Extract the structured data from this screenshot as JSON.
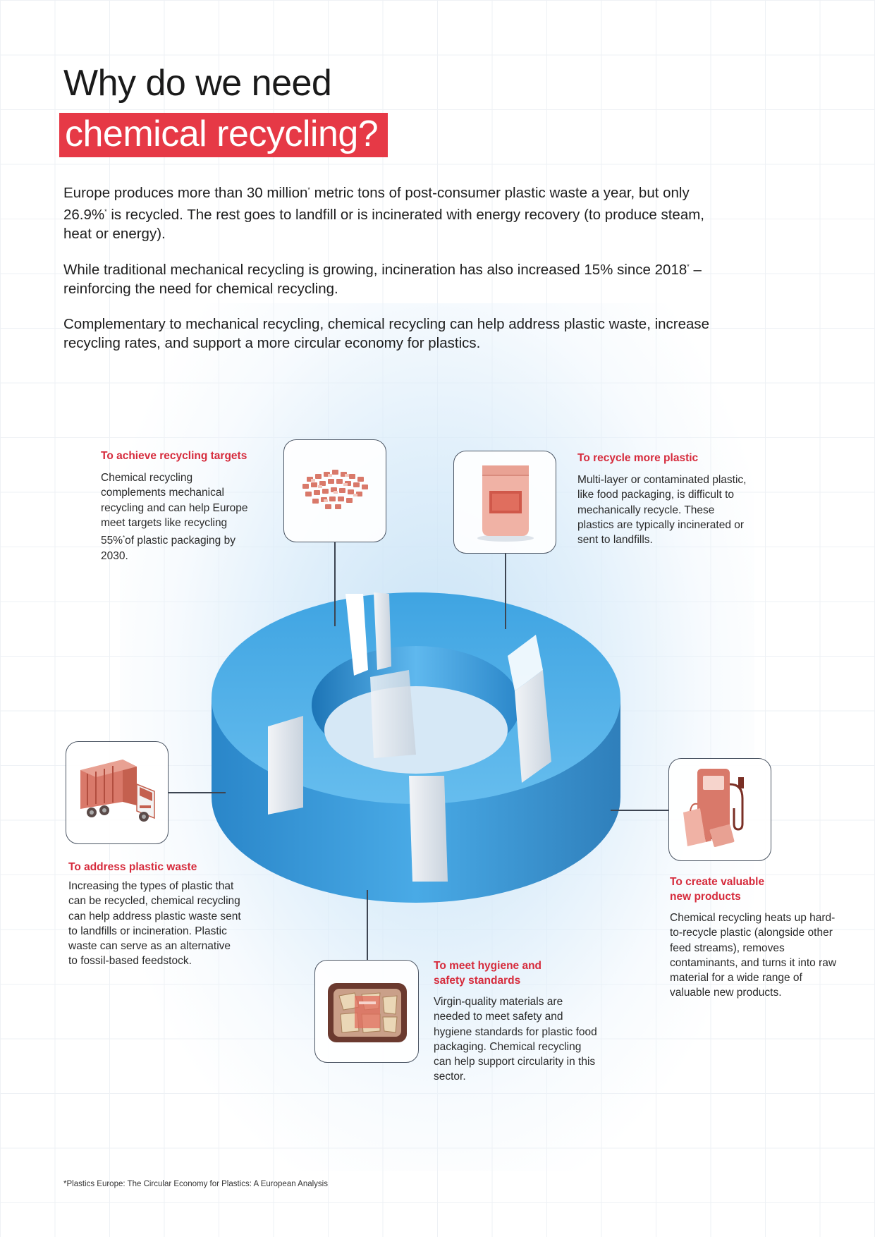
{
  "title": {
    "line1": "Why do we need",
    "line2": "chemical recycling?"
  },
  "intro": {
    "p1_part1": "Europe produces more than 30 million",
    "p1_part2": " metric tons of post-consumer plastic waste a year, but only 26.9%",
    "p1_part3": " is recycled. The rest goes to landfill or is incinerated with energy recovery (to produce steam, heat or energy).",
    "p2_part1": "While traditional mechanical recycling is growing, incineration has also increased 15% since 2018",
    "p2_part2": " – reinforcing the need for chemical recycling.",
    "p3": "Complementary to mechanical recycling, chemical recycling can help address plastic waste, increase recycling rates, and support a more circular economy for plastics.",
    "footnote_mark": "*"
  },
  "reasons": {
    "targets": {
      "heading": "To achieve recycling targets",
      "text_part1": "Chemical recycling complements mechanical recycling and can help Europe meet targets like recycling 55%",
      "text_part2": "of plastic packaging by 2030.",
      "icon": "plastic-pellets-icon"
    },
    "recycle_more": {
      "heading": "To recycle more plastic",
      "text": "Multi-layer or contaminated plastic, like food packaging, is difficult to mechanically recycle. These plastics are typically incinerated or sent to landfills.",
      "icon": "pouch-package-icon"
    },
    "plastic_waste": {
      "heading": "To address plastic waste",
      "text": "Increasing the types of plastic that can be recycled, chemical recycling can help address plastic waste sent to landfills or incineration. Plastic waste can serve as an alternative to fossil-based feedstock.",
      "icon": "garbage-truck-icon"
    },
    "valuable_products": {
      "heading_line1": "To create valuable",
      "heading_line2": "new products",
      "text": "Chemical recycling heats up hard-to-recycle plastic (alongside other feed streams), removes contaminants, and turns it into raw material for a wide range of valuable new products.",
      "icon": "fuel-pump-icon"
    },
    "hygiene": {
      "heading_line1": "To meet hygiene and",
      "heading_line2": "safety standards",
      "text": "Virgin-quality materials are needed to meet safety and hygiene standards for plastic food packaging. Chemical recycling can help support circularity in this sector.",
      "icon": "food-tray-icon"
    }
  },
  "footnote": "*Plastics Europe: The Circular Economy for Plastics: A European Analysis",
  "colors": {
    "accent": "#e63946",
    "heading_red": "#d62b3c",
    "ring_blue": "#3aa0e0",
    "icon_salmon": "#d9796a"
  }
}
